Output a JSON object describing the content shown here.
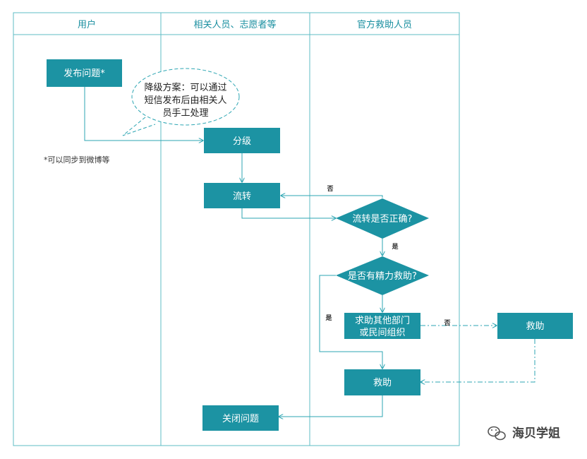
{
  "colors": {
    "accent": "#1a9aa6",
    "box_fill": "#1c93a3",
    "lane_border": "#5fbcc6",
    "line": "#2ea6b3"
  },
  "lanes": [
    {
      "title": "用户"
    },
    {
      "title": "相关人员、志愿者等"
    },
    {
      "title": "官方救助人员"
    }
  ],
  "nodes": {
    "publish": "发布问题*",
    "grade": "分级",
    "transfer": "流转",
    "check_transfer": "流转是否正确?",
    "has_capacity": "是否有精力救助?",
    "seek_help_line1": "求助其他部门",
    "seek_help_line2": "或民间组织",
    "rescue_right": "救助",
    "rescue_main": "救助",
    "close": "关闭问题"
  },
  "callout": {
    "line1": "降级方案：可以通过",
    "line2": "短信发布后由相关人",
    "line3": "员手工处理"
  },
  "note": "*可以同步到微博等",
  "edge_labels": {
    "no_transfer": "否",
    "yes_transfer": "是",
    "yes_capacity": "是",
    "no_seek": "否"
  },
  "watermark": {
    "icon": "wechat-icon",
    "text": "海贝学姐"
  }
}
